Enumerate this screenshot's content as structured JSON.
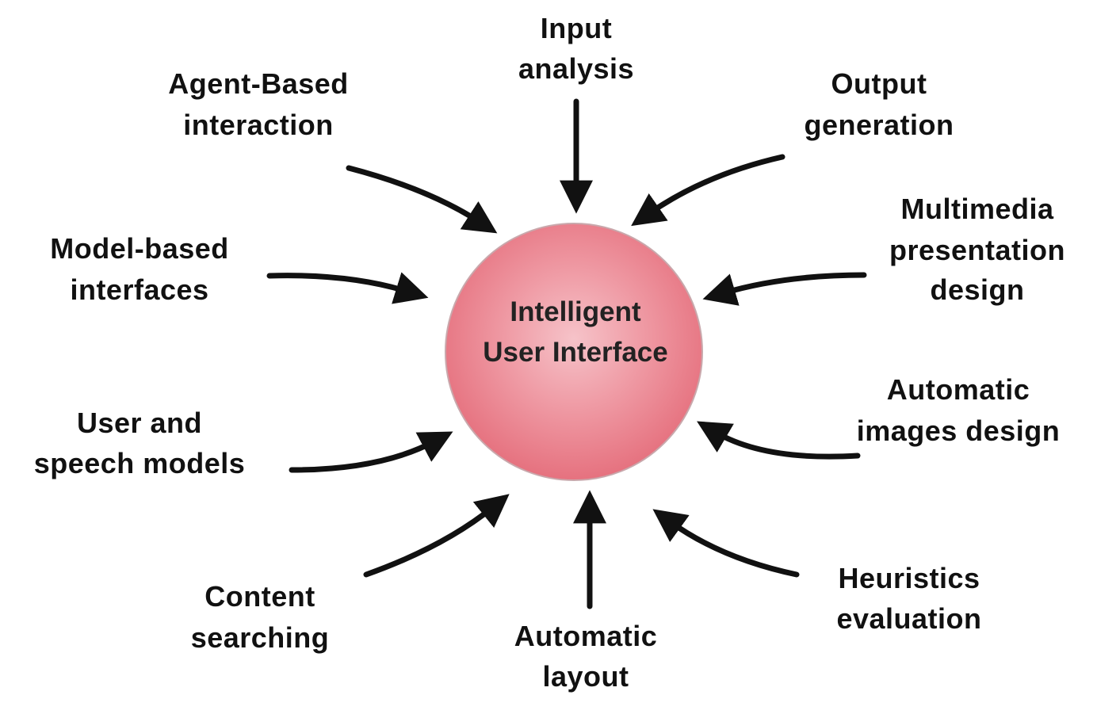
{
  "center": {
    "line1": "Intelligent",
    "line2": "User Interface",
    "fill_color": "#e46a78",
    "highlight_color": "#f6c3c9"
  },
  "nodes": {
    "input_analysis": {
      "line1": "Input",
      "line2": "analysis"
    },
    "agent_based": {
      "line1": "Agent-Based",
      "line2": "interaction"
    },
    "output_generation": {
      "line1": "Output",
      "line2": "generation"
    },
    "model_based": {
      "line1": "Model-based",
      "line2": "interfaces"
    },
    "multimedia": {
      "line1": "Multimedia",
      "line2": "presentation",
      "line3": "design"
    },
    "user_speech": {
      "line1": "User and",
      "line2": "speech models"
    },
    "auto_images": {
      "line1": "Automatic",
      "line2": "images design"
    },
    "content_searching": {
      "line1": "Content",
      "line2": "searching"
    },
    "auto_layout": {
      "line1": "Automatic",
      "line2": "layout"
    },
    "heuristics": {
      "line1": "Heuristics",
      "line2": "evaluation"
    }
  },
  "colors": {
    "text": "#111111",
    "arrow": "#111111",
    "background": "#ffffff"
  }
}
